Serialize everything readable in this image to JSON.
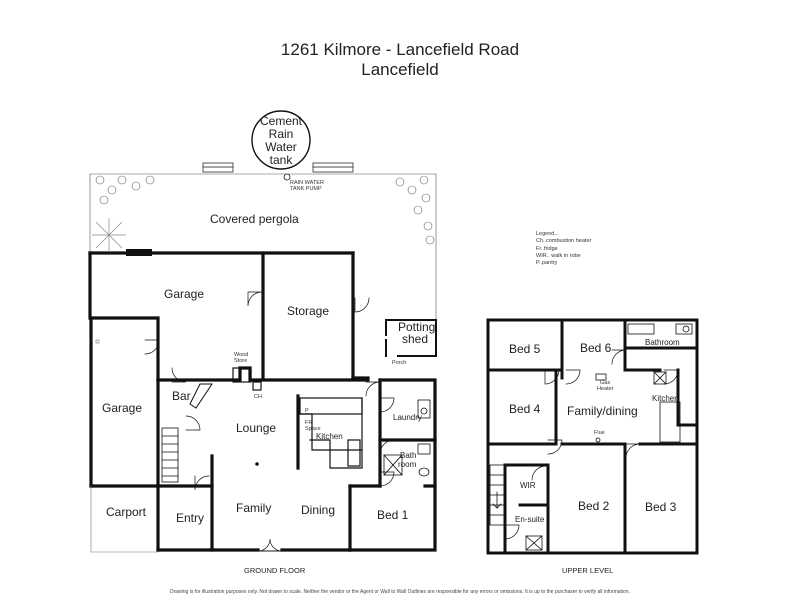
{
  "title": {
    "line1": "1261 Kilmore - Lancefield Road",
    "line2": "Lancefield"
  },
  "ground_floor": {
    "label": "GROUND FLOOR",
    "rooms": {
      "tank": [
        "Cement",
        "Rain",
        "Water",
        "tank"
      ],
      "pergola": "Covered pergola",
      "garage_top": "Garage",
      "storage": "Storage",
      "potting": [
        "Potting",
        "shed"
      ],
      "garage_left": "Garage",
      "bar": "Bar",
      "lounge": "Lounge",
      "kitchen": "Kitchen",
      "laundry": "Laundry",
      "bathroom": [
        "Bath",
        "room"
      ],
      "carport": "Carport",
      "entry": "Entry",
      "family": "Family",
      "dining": "Dining",
      "bed1": "Bed 1"
    },
    "small_labels": {
      "pump": [
        "RAIN WATER",
        "TANK PUMP"
      ],
      "wood_store": [
        "Wood",
        "Store"
      ],
      "porch": "Porch",
      "ch": "CH",
      "fr_space": [
        "FR",
        "Space"
      ],
      "pantry": "P"
    }
  },
  "upper_level": {
    "label": "UPPER LEVEL",
    "rooms": {
      "bed5": "Bed 5",
      "bed6": "Bed 6",
      "bathroom": "Bathroom",
      "bed4": "Bed 4",
      "family_dining": "Family/dining",
      "kitchen": "Kitchen",
      "wir": "WIR",
      "ensuite": "En-suite",
      "bed2": "Bed 2",
      "bed3": "Bed 3"
    },
    "small_labels": {
      "gas_heater": [
        "Gas",
        "Heater"
      ],
      "flue": "Flue"
    }
  },
  "legend": [
    "Legend...",
    "Ch..combustion heater",
    "Fr..fridge",
    "WIR.. walk in robe",
    "P..pantry"
  ],
  "disclaimer": "Drawing is for illustration purposes only. Not drawn to scale. Neither the vendor or the Agent or Wall to Wall Outlines are responsible for any errors or omissions. It is up to the purchaser to verify all information."
}
